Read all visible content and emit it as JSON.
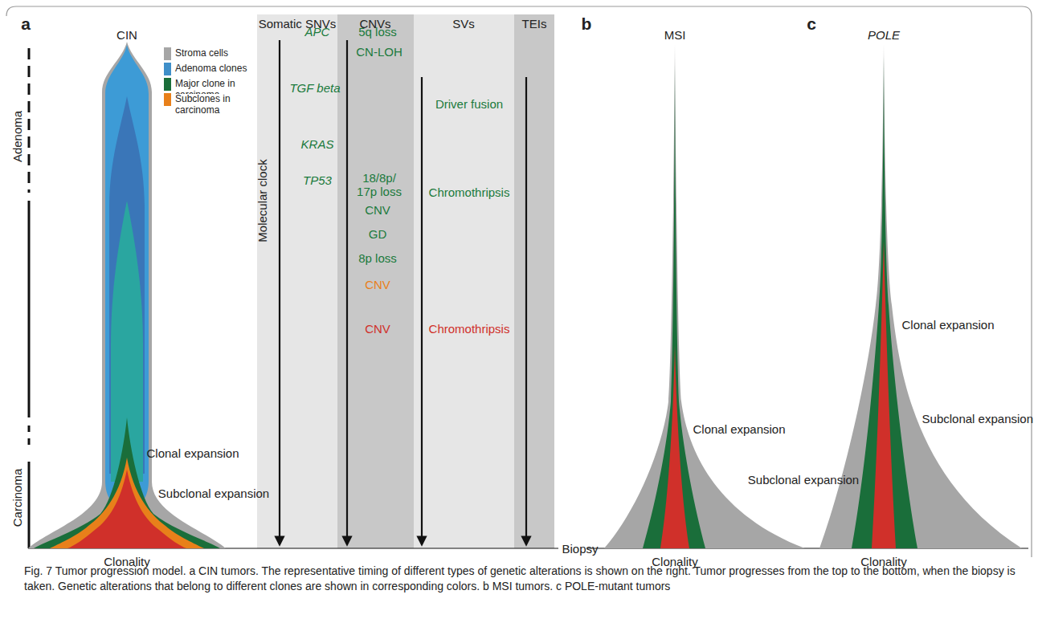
{
  "diagram": {
    "caption": "Fig. 7 Tumor progression model. a CIN tumors. The representative timing of different types of genetic alterations is shown on the right. Tumor progresses from the top to the bottom, when the biopsy is taken. Genetic alterations that belong to different clones are shown in corresponding colors. b MSI tumors. c POLE-mutant tumors",
    "nodes": [
      {
        "text": [
          "Somatic SNVs",
          "APC",
          "TGF beta",
          "KRAS",
          "TP53"
        ]
      },
      {
        "text": [
          "CNVs",
          "5q loss",
          "CN-LOH",
          "18/8p/ 17p loss",
          "CNV",
          "GD",
          "8p loss",
          "CNV",
          "CNV"
        ]
      },
      {
        "text": [
          "SVs",
          "Driver fusion",
          "Chromothripsis",
          "Chromothripsis"
        ]
      },
      {
        "text": [
          "TEIs"
        ]
      }
    ],
    "labels": [
      "a",
      "CIN",
      "Adenoma",
      "Carcinoma",
      "Clonal expansion",
      "Subclonal expansion",
      "Clonality",
      "Molecular clock",
      "Biopsy",
      "b",
      "MSI",
      "Clonal expansion",
      "Subclonal expansion",
      "Clonality",
      "c",
      "POLE",
      "Clonal expansion",
      "Subclonal expansion",
      "Clonality"
    ],
    "legend": [
      {
        "text": "Stroma cells",
        "color": "#a6a6a6"
      },
      {
        "text": "Adenoma clones",
        "color": "#3f8fc9"
      },
      {
        "text": "Major clone in carcinoma",
        "color": "#1a6e3a"
      },
      {
        "text": "Subclones in carcinoma",
        "color": "#e8801a"
      }
    ]
  }
}
